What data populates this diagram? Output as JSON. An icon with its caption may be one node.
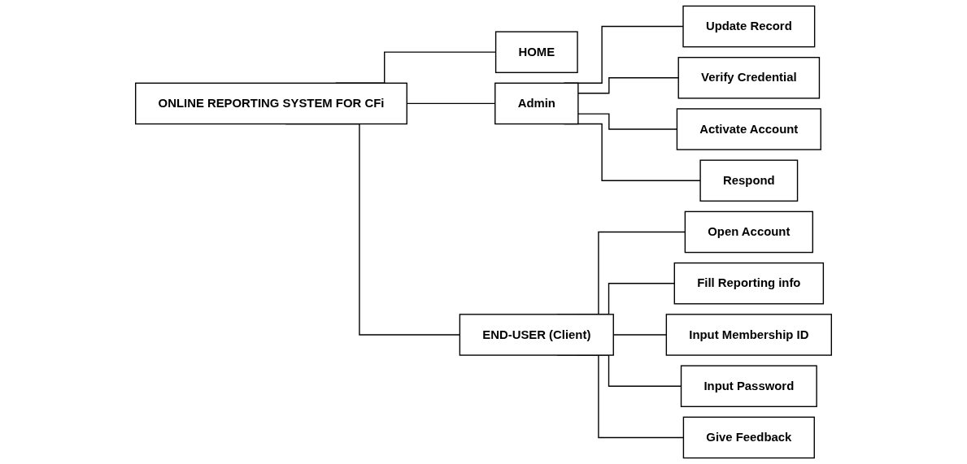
{
  "diagram": {
    "nodes": [
      {
        "text": [
          "ONLINE REPORTING SYSTEM FOR CFi"
        ]
      },
      {
        "text": [
          "HOME"
        ]
      },
      {
        "text": [
          "Admin"
        ]
      },
      {
        "text": [
          "END-USER (Client)"
        ]
      },
      {
        "text": [
          "Update Record"
        ]
      },
      {
        "text": [
          "Verify Credential"
        ]
      },
      {
        "text": [
          "Activate Account"
        ]
      },
      {
        "text": [
          "Respond"
        ]
      },
      {
        "text": [
          "Open Account"
        ]
      },
      {
        "text": [
          "Fill Reporting info"
        ]
      },
      {
        "text": [
          "Input Membership ID"
        ]
      },
      {
        "text": [
          "Input Password"
        ]
      },
      {
        "text": [
          "Give Feedback"
        ]
      }
    ],
    "edges": [
      {
        "from": 0,
        "to": 1,
        "arrow": "none"
      },
      {
        "from": 0,
        "to": 2,
        "arrow": "none"
      },
      {
        "from": 0,
        "to": 3,
        "arrow": "none"
      },
      {
        "from": 2,
        "to": 4,
        "arrow": "none"
      },
      {
        "from": 2,
        "to": 5,
        "arrow": "none"
      },
      {
        "from": 2,
        "to": 6,
        "arrow": "none"
      },
      {
        "from": 2,
        "to": 7,
        "arrow": "none"
      },
      {
        "from": 3,
        "to": 8,
        "arrow": "none"
      },
      {
        "from": 3,
        "to": 9,
        "arrow": "none"
      },
      {
        "from": 3,
        "to": 10,
        "arrow": "none"
      },
      {
        "from": 3,
        "to": 11,
        "arrow": "none"
      },
      {
        "from": 3,
        "to": 12,
        "arrow": "none"
      }
    ]
  }
}
